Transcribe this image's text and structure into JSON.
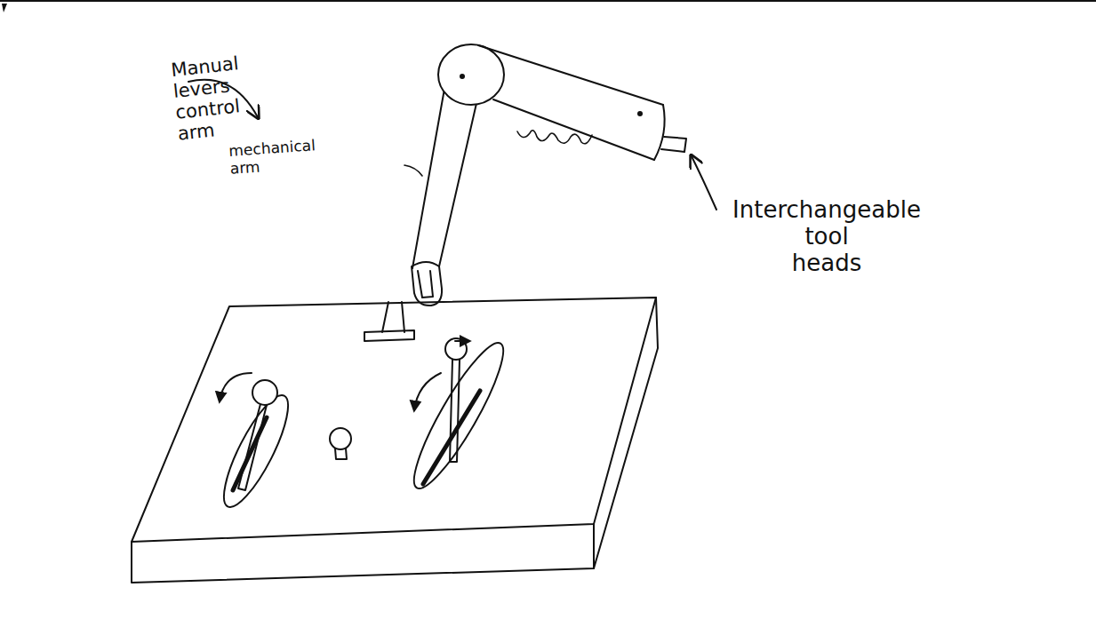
{
  "diagram": {
    "labels": [
      "mechanical arm",
      "Manual levers control arm",
      "Interchangeable tool heads"
    ]
  }
}
